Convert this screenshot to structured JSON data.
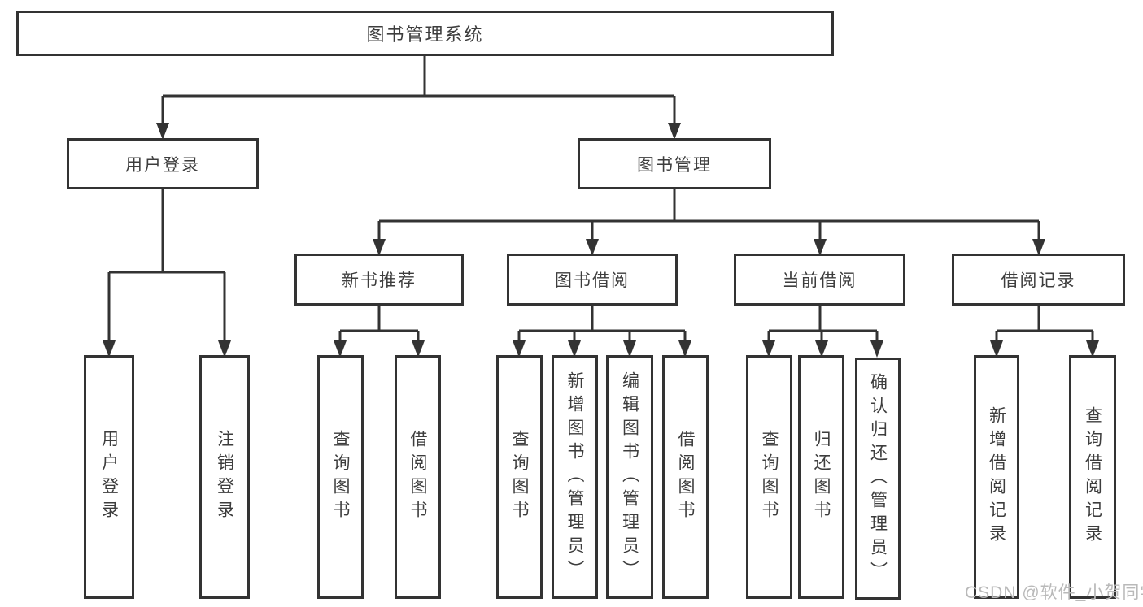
{
  "tree": {
    "label": "图书管理系统",
    "children": [
      {
        "label": "用户登录",
        "children": [
          {
            "label": "用户登录"
          },
          {
            "label": "注销登录"
          }
        ]
      },
      {
        "label": "图书管理",
        "children": [
          {
            "label": "新书推荐",
            "children": [
              {
                "label": "查询图书"
              },
              {
                "label": "借阅图书"
              }
            ]
          },
          {
            "label": "图书借阅",
            "children": [
              {
                "label": "查询图书"
              },
              {
                "label": "新增图书（管理员）"
              },
              {
                "label": "编辑图书（管理员）"
              },
              {
                "label": "借阅图书"
              }
            ]
          },
          {
            "label": "当前借阅",
            "children": [
              {
                "label": "查询图书"
              },
              {
                "label": "归还图书"
              },
              {
                "label": "确认归还（管理员）"
              }
            ]
          },
          {
            "label": "借阅记录",
            "children": [
              {
                "label": "新增借阅记录"
              },
              {
                "label": "查询借阅记录"
              }
            ]
          }
        ]
      }
    ]
  },
  "colors": {
    "line": "#333333",
    "text": "#3d3d3d",
    "watermark": "#b9b9b9"
  },
  "watermark": {
    "text": "CSDN @软件_小贺同学"
  }
}
